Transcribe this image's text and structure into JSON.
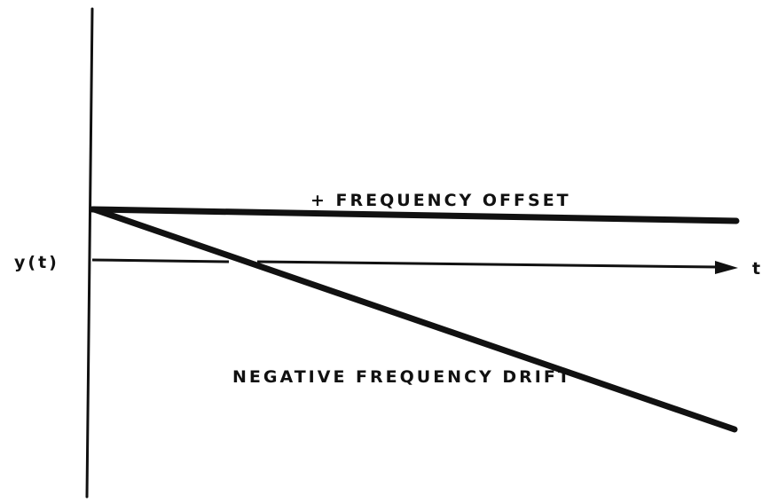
{
  "diagram": {
    "y_axis_label": "y(t)",
    "x_axis_label": "t",
    "offset_label": "+ FREQUENCY OFFSET",
    "drift_label": "NEGATIVE FREQUENCY DRIFT"
  },
  "colors": {
    "ink": "#111111",
    "background": "#ffffff"
  }
}
